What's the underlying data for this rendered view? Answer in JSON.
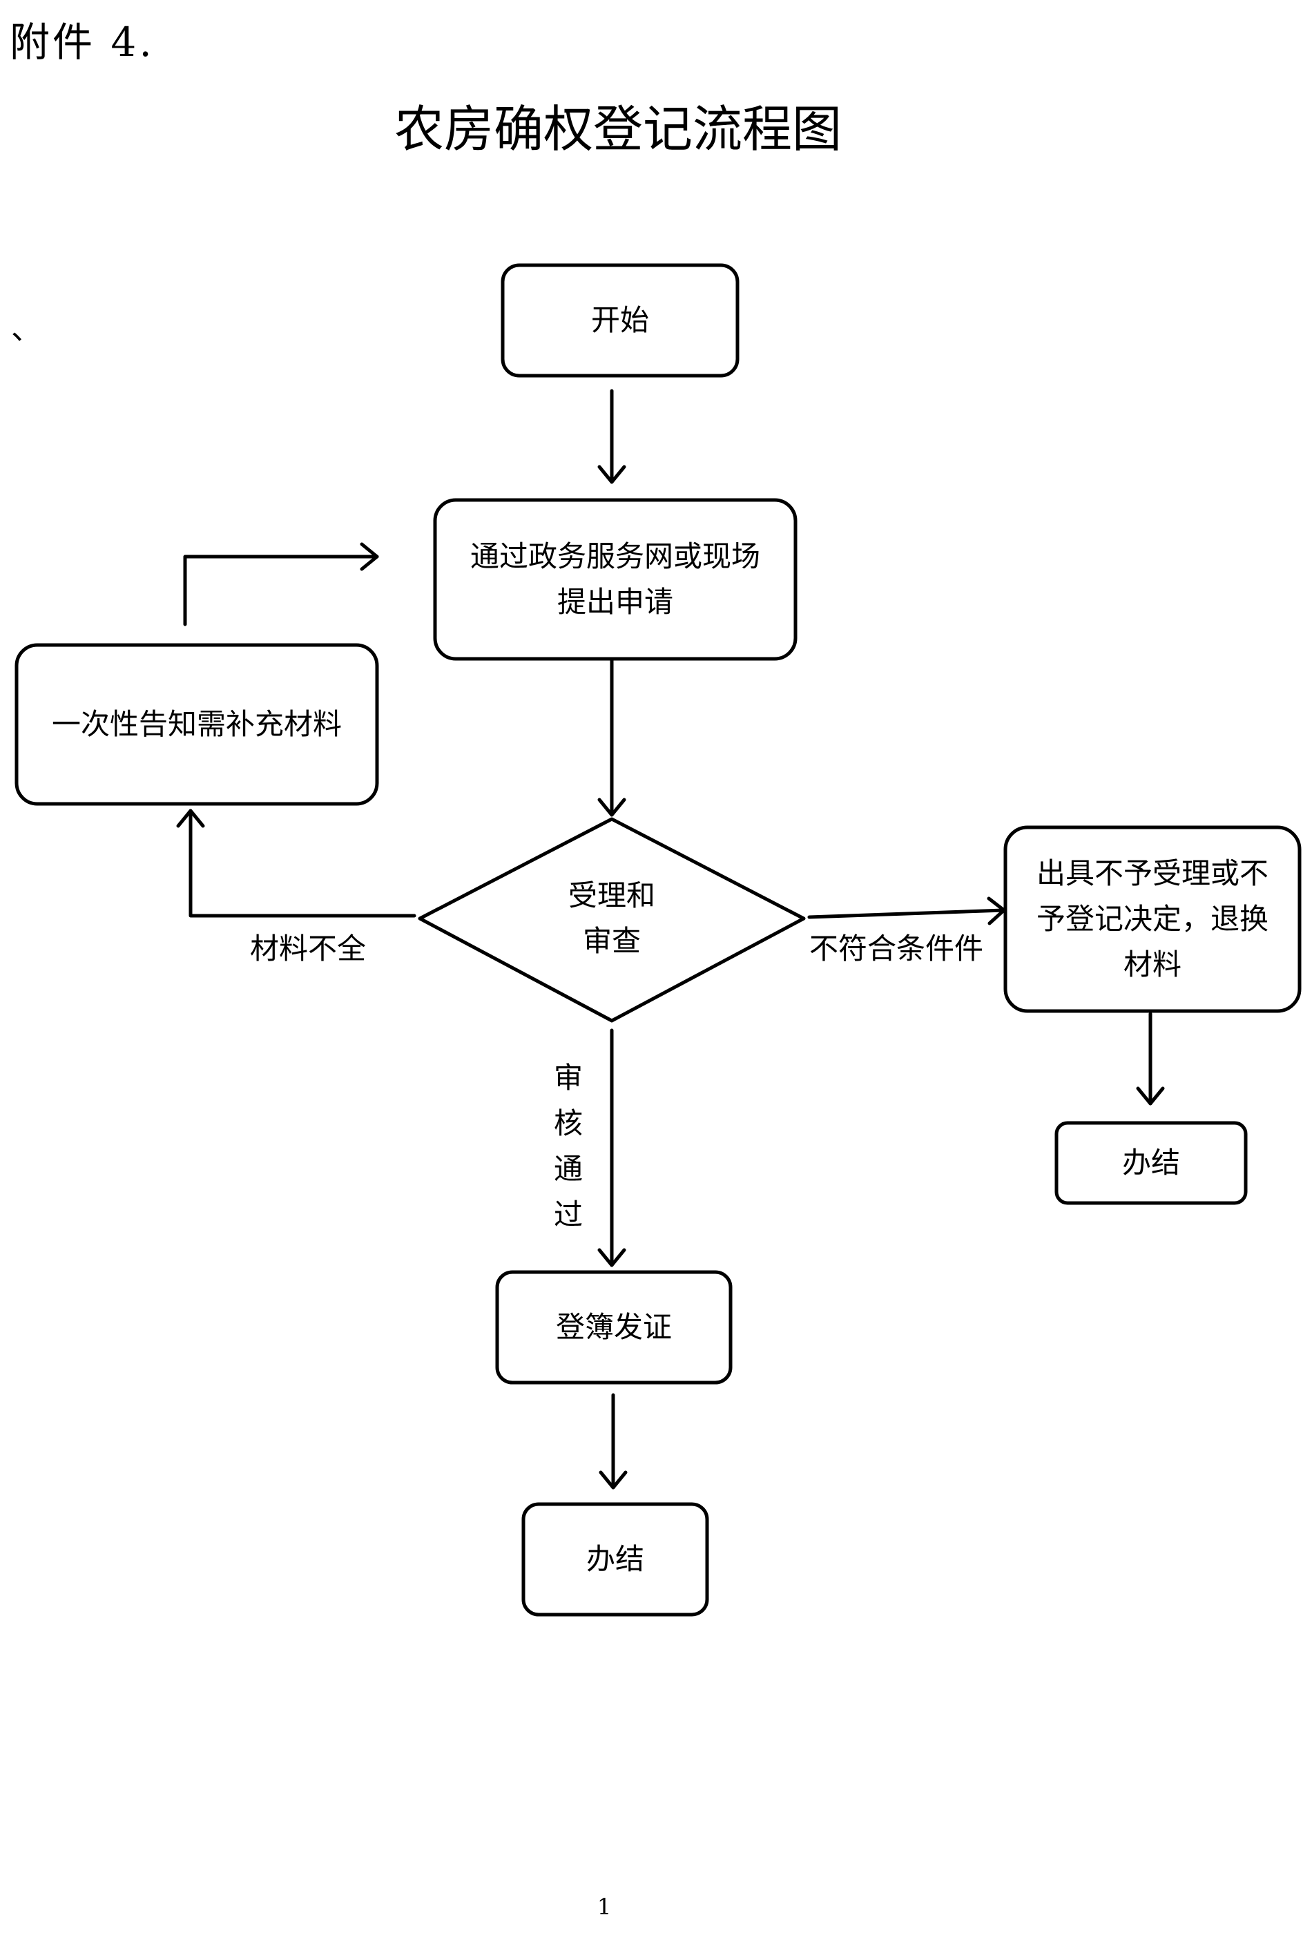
{
  "header": {
    "attachment_label": "附件 4.",
    "title": "农房确权登记流程图",
    "stray_mark": "、"
  },
  "nodes": {
    "start": "开始",
    "apply": "通过政务服务网或现场提出申请",
    "review": "受理和审查",
    "supplement": "一次性告知需补充材料",
    "reject": "出具不予受理或不予登记决定，退换材料",
    "close_right": "办结",
    "issue_certificate": "登簿发证",
    "close_bottom": "办结"
  },
  "edges": {
    "incomplete": "材料不全",
    "not_qualified": "不符合条件件",
    "approved": "审核通过"
  },
  "footer": {
    "page_number": "1"
  }
}
